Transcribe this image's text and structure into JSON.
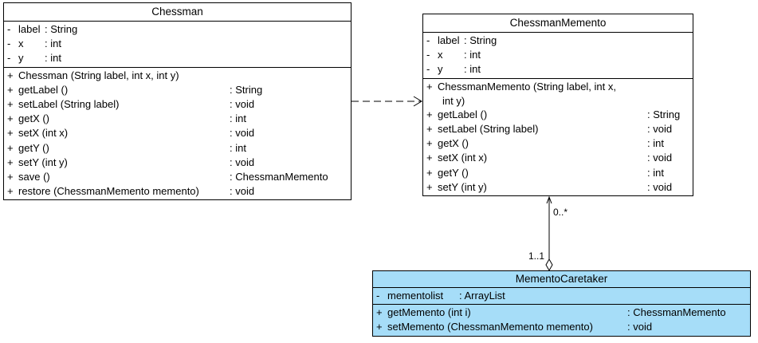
{
  "classes": {
    "chessman": {
      "name": "Chessman",
      "attributes": [
        {
          "vis": "-",
          "name": "label",
          "type": ": String"
        },
        {
          "vis": "-",
          "name": "x",
          "type": ": int"
        },
        {
          "vis": "-",
          "name": "y",
          "type": ": int"
        }
      ],
      "operations": [
        {
          "vis": "+",
          "name": "Chessman (String label, int x, int y)",
          "type": ""
        },
        {
          "vis": "+",
          "name": "getLabel ()",
          "type": ": String"
        },
        {
          "vis": "+",
          "name": "setLabel (String label)",
          "type": ": void"
        },
        {
          "vis": "+",
          "name": "getX ()",
          "type": ": int"
        },
        {
          "vis": "+",
          "name": "setX (int x)",
          "type": ": void"
        },
        {
          "vis": "+",
          "name": "getY ()",
          "type": ": int"
        },
        {
          "vis": "+",
          "name": "setY (int y)",
          "type": ": void"
        },
        {
          "vis": "+",
          "name": "save ()",
          "type": ": ChessmanMemento"
        },
        {
          "vis": "+",
          "name": "restore (ChessmanMemento memento)",
          "type": ": void"
        }
      ]
    },
    "memento": {
      "name": "ChessmanMemento",
      "attributes": [
        {
          "vis": "-",
          "name": "label",
          "type": ": String"
        },
        {
          "vis": "-",
          "name": "x",
          "type": ": int"
        },
        {
          "vis": "-",
          "name": "y",
          "type": ": int"
        }
      ],
      "constructor": {
        "vis": "+",
        "line1": "ChessmanMemento (String label, int x,",
        "line2": "int y)"
      },
      "operations": [
        {
          "vis": "+",
          "name": "getLabel ()",
          "type": ": String"
        },
        {
          "vis": "+",
          "name": "setLabel (String label)",
          "type": ": void"
        },
        {
          "vis": "+",
          "name": "getX ()",
          "type": ": int"
        },
        {
          "vis": "+",
          "name": "setX (int x)",
          "type": ": void"
        },
        {
          "vis": "+",
          "name": "getY ()",
          "type": ": int"
        },
        {
          "vis": "+",
          "name": "setY (int y)",
          "type": ": void"
        }
      ]
    },
    "caretaker": {
      "name": "MementoCaretaker",
      "attributes": [
        {
          "vis": "-",
          "name": "mementolist",
          "type": ": ArrayList"
        }
      ],
      "operations": [
        {
          "vis": "+",
          "name": "getMemento (int i)",
          "type": ": ChessmanMemento"
        },
        {
          "vis": "+",
          "name": "setMemento (ChessmanMemento memento)",
          "type": ": void"
        }
      ]
    }
  },
  "relations": {
    "aggregation": {
      "memento_end": "0..*",
      "caretaker_end": "1..1"
    }
  },
  "colors": {
    "highlight_fill": "#a6ddf8",
    "line": "#000000"
  }
}
